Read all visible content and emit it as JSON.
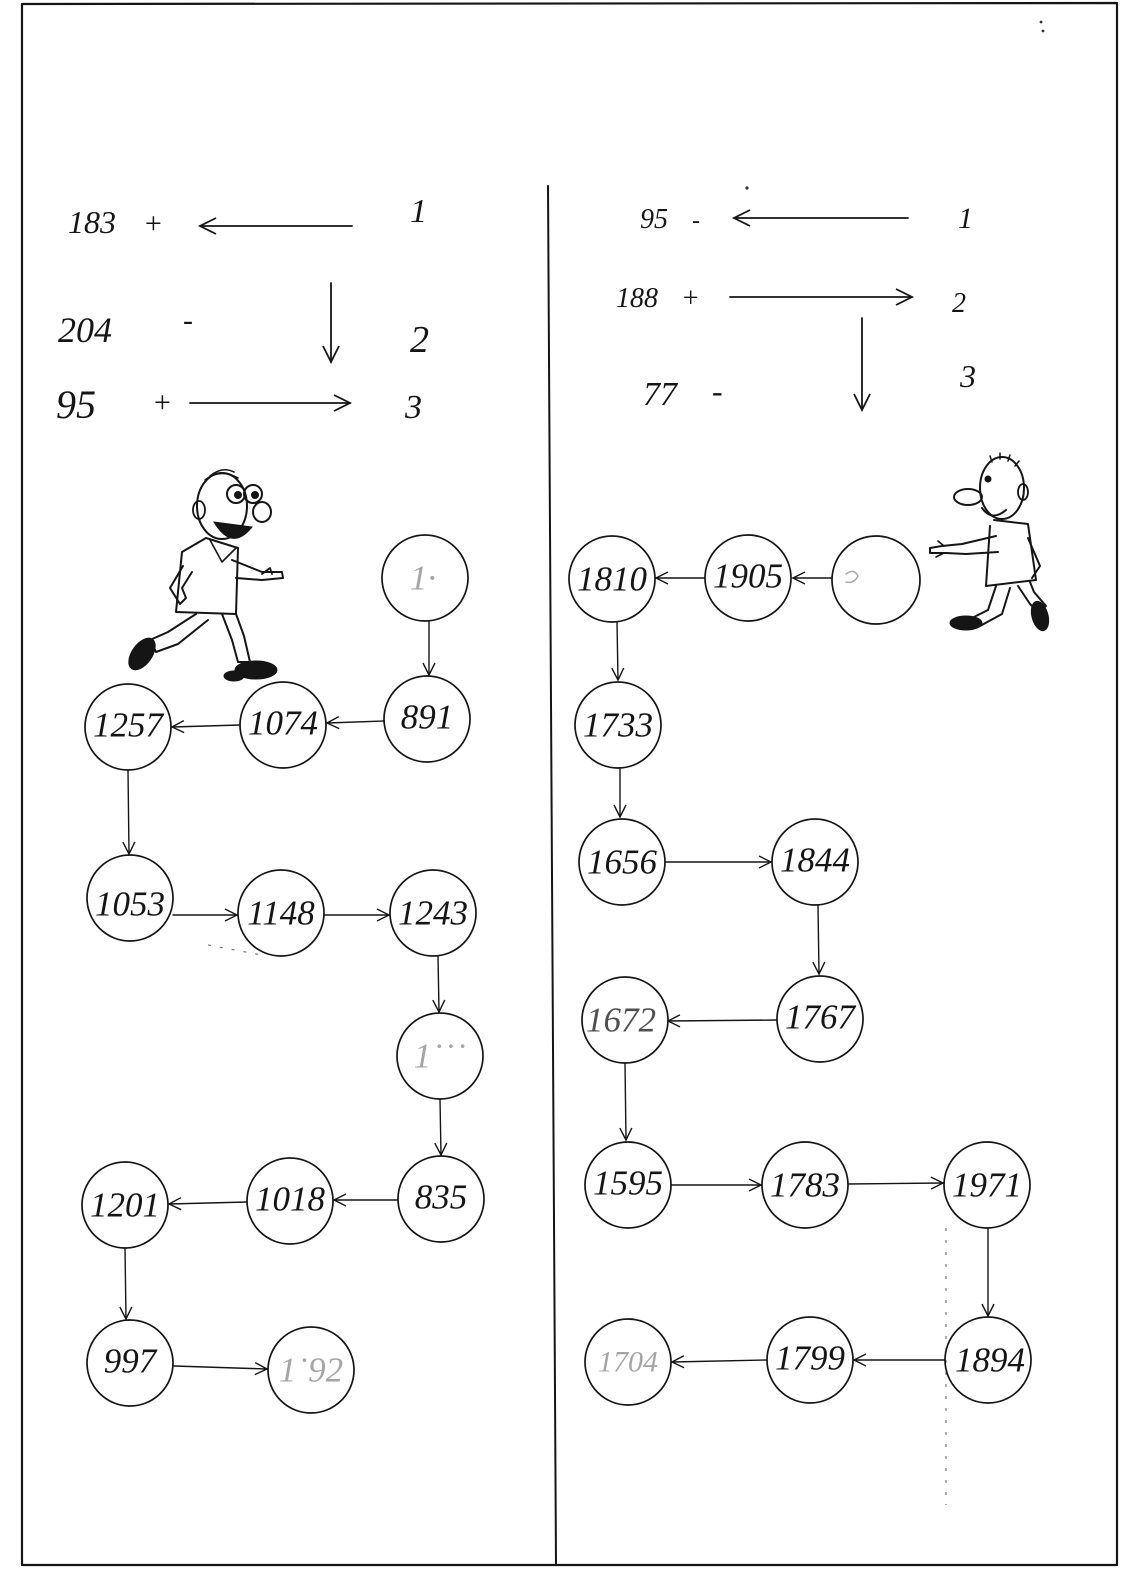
{
  "colors": {
    "ink": "#151515",
    "paper": "#ffffff"
  },
  "left_panel": {
    "rules": [
      {
        "number": "183",
        "sign": "+",
        "step": "1",
        "arrow_icon": "arrow-left-icon"
      },
      {
        "number": "204",
        "sign": "-",
        "step": "2",
        "arrow_icon": "arrow-down-icon"
      },
      {
        "number": "95",
        "sign": "+",
        "step": "3",
        "arrow_icon": "arrow-right-icon"
      }
    ],
    "nodes": [
      "1·",
      "891",
      "1074",
      "1257",
      "1053",
      "1148",
      "1243",
      "1˙˙˙",
      "835",
      "1018",
      "1201",
      "997",
      "1˙92"
    ],
    "illustration_icon": "walking-man-pointing-right-icon"
  },
  "right_panel": {
    "rules": [
      {
        "number": "95",
        "sign": "-",
        "step": "1",
        "arrow_icon": "arrow-left-icon"
      },
      {
        "number": "188",
        "sign": "+",
        "step": "2",
        "arrow_icon": "arrow-right-icon"
      },
      {
        "number": "77",
        "sign": "-",
        "step": "3",
        "arrow_icon": "arrow-down-icon"
      }
    ],
    "nodes": [
      "",
      "1905",
      "1810",
      "1733",
      "1656",
      "1844",
      "1767",
      "1672",
      "1595",
      "1783",
      "1971",
      "1894",
      "1799",
      "1704"
    ],
    "illustration_icon": "walking-man-pointing-left-icon"
  }
}
